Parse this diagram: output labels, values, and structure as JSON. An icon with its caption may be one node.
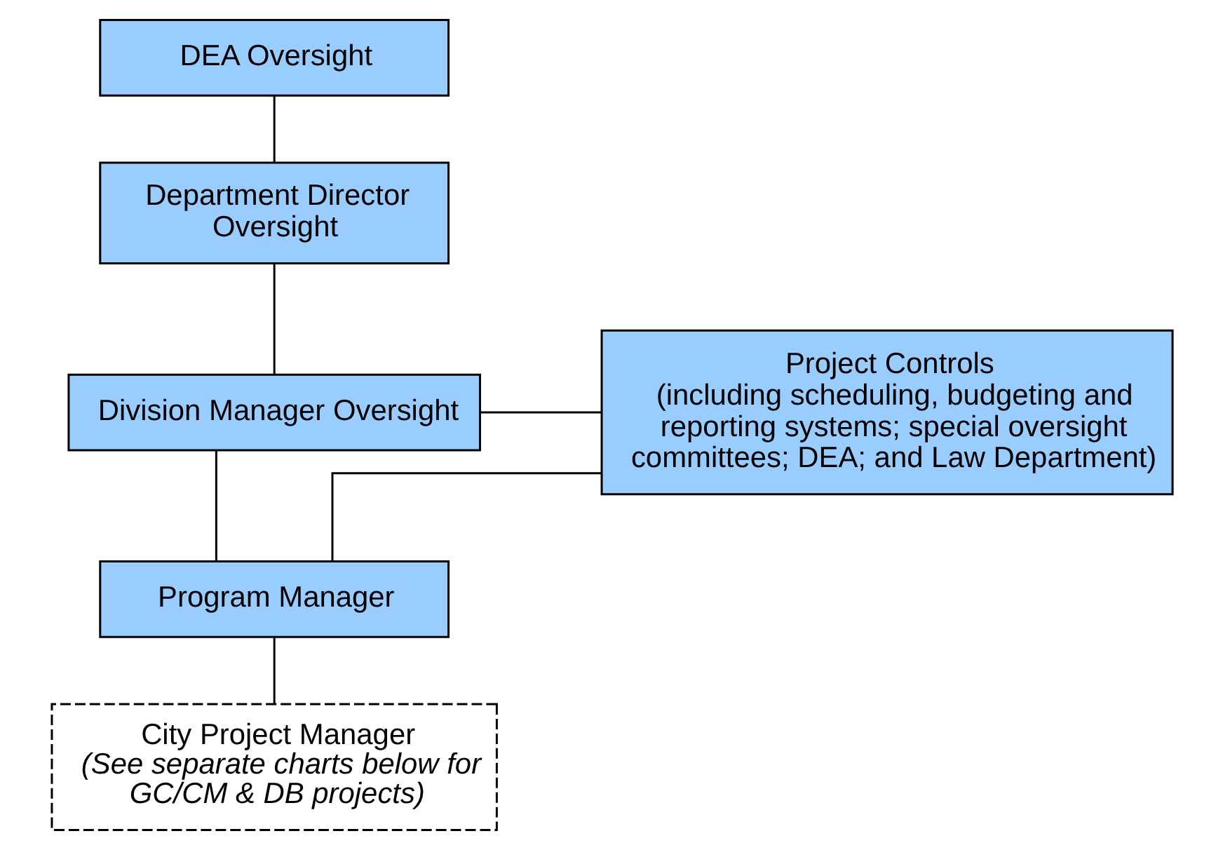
{
  "diagram": {
    "nodes": [
      {
        "text": [
          "DEA Oversight"
        ]
      },
      {
        "text": [
          "Department Director Oversight"
        ]
      },
      {
        "text": [
          "Division Manager Oversight"
        ]
      },
      {
        "text": [
          "Project Controls",
          "(including scheduling, budgeting and reporting systems; special oversight committees; DEA; and Law Department)"
        ]
      },
      {
        "text": [
          "Program Manager"
        ]
      },
      {
        "text": [
          "City Project Manager",
          "(See separate charts below for GC/CM & DB projects)"
        ]
      }
    ],
    "edges": [
      {
        "from": 0,
        "to": 1,
        "arrow": "none"
      },
      {
        "from": 1,
        "to": 2,
        "arrow": "none"
      },
      {
        "from": 2,
        "to": 4,
        "arrow": "none"
      },
      {
        "from": 4,
        "to": 5,
        "arrow": "none"
      },
      {
        "from": 2,
        "to": 3,
        "arrow": "none"
      },
      {
        "from": 4,
        "to": 3,
        "arrow": "none"
      }
    ]
  }
}
